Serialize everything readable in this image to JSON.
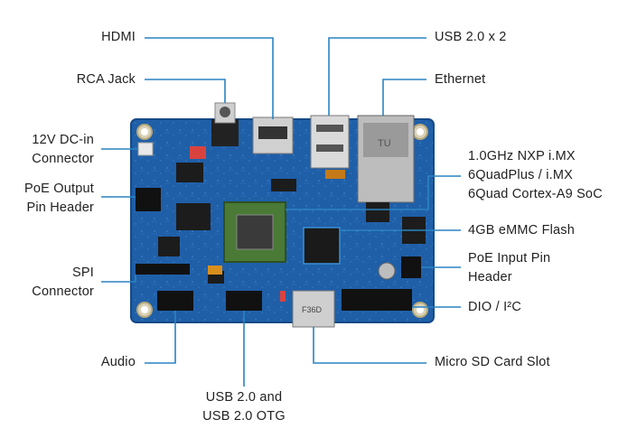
{
  "colors": {
    "leader": "#2a83c2",
    "board": "#1f5fa8",
    "board_dark": "#163f7a",
    "soc": "#3d6b2e",
    "chip": "#222222",
    "metal": "#c9c9c9"
  },
  "labels": {
    "hdmi": "HDMI",
    "usb2x2": "USB 2.0 x 2",
    "rca": "RCA Jack",
    "ethernet": "Ethernet",
    "dc_in": [
      "12V DC-in",
      "Connector"
    ],
    "soc": [
      "1.0GHz NXP i.MX",
      "6QuadPlus / i.MX",
      "6Quad Cortex-A9 SoC"
    ],
    "poe_out": [
      "PoE Output",
      "Pin Header"
    ],
    "emmc": "4GB eMMC Flash",
    "spi": [
      "SPI",
      "Connector"
    ],
    "poe_in": [
      "PoE Input Pin",
      "Header"
    ],
    "dio": "DIO / I²C",
    "audio": "Audio",
    "microsd": "Micro SD Card Slot",
    "usb_otg": [
      "USB 2.0 and",
      "USB 2.0 OTG"
    ]
  },
  "board_markings": {
    "sd_text": "F36D",
    "jack_text": "TU"
  }
}
